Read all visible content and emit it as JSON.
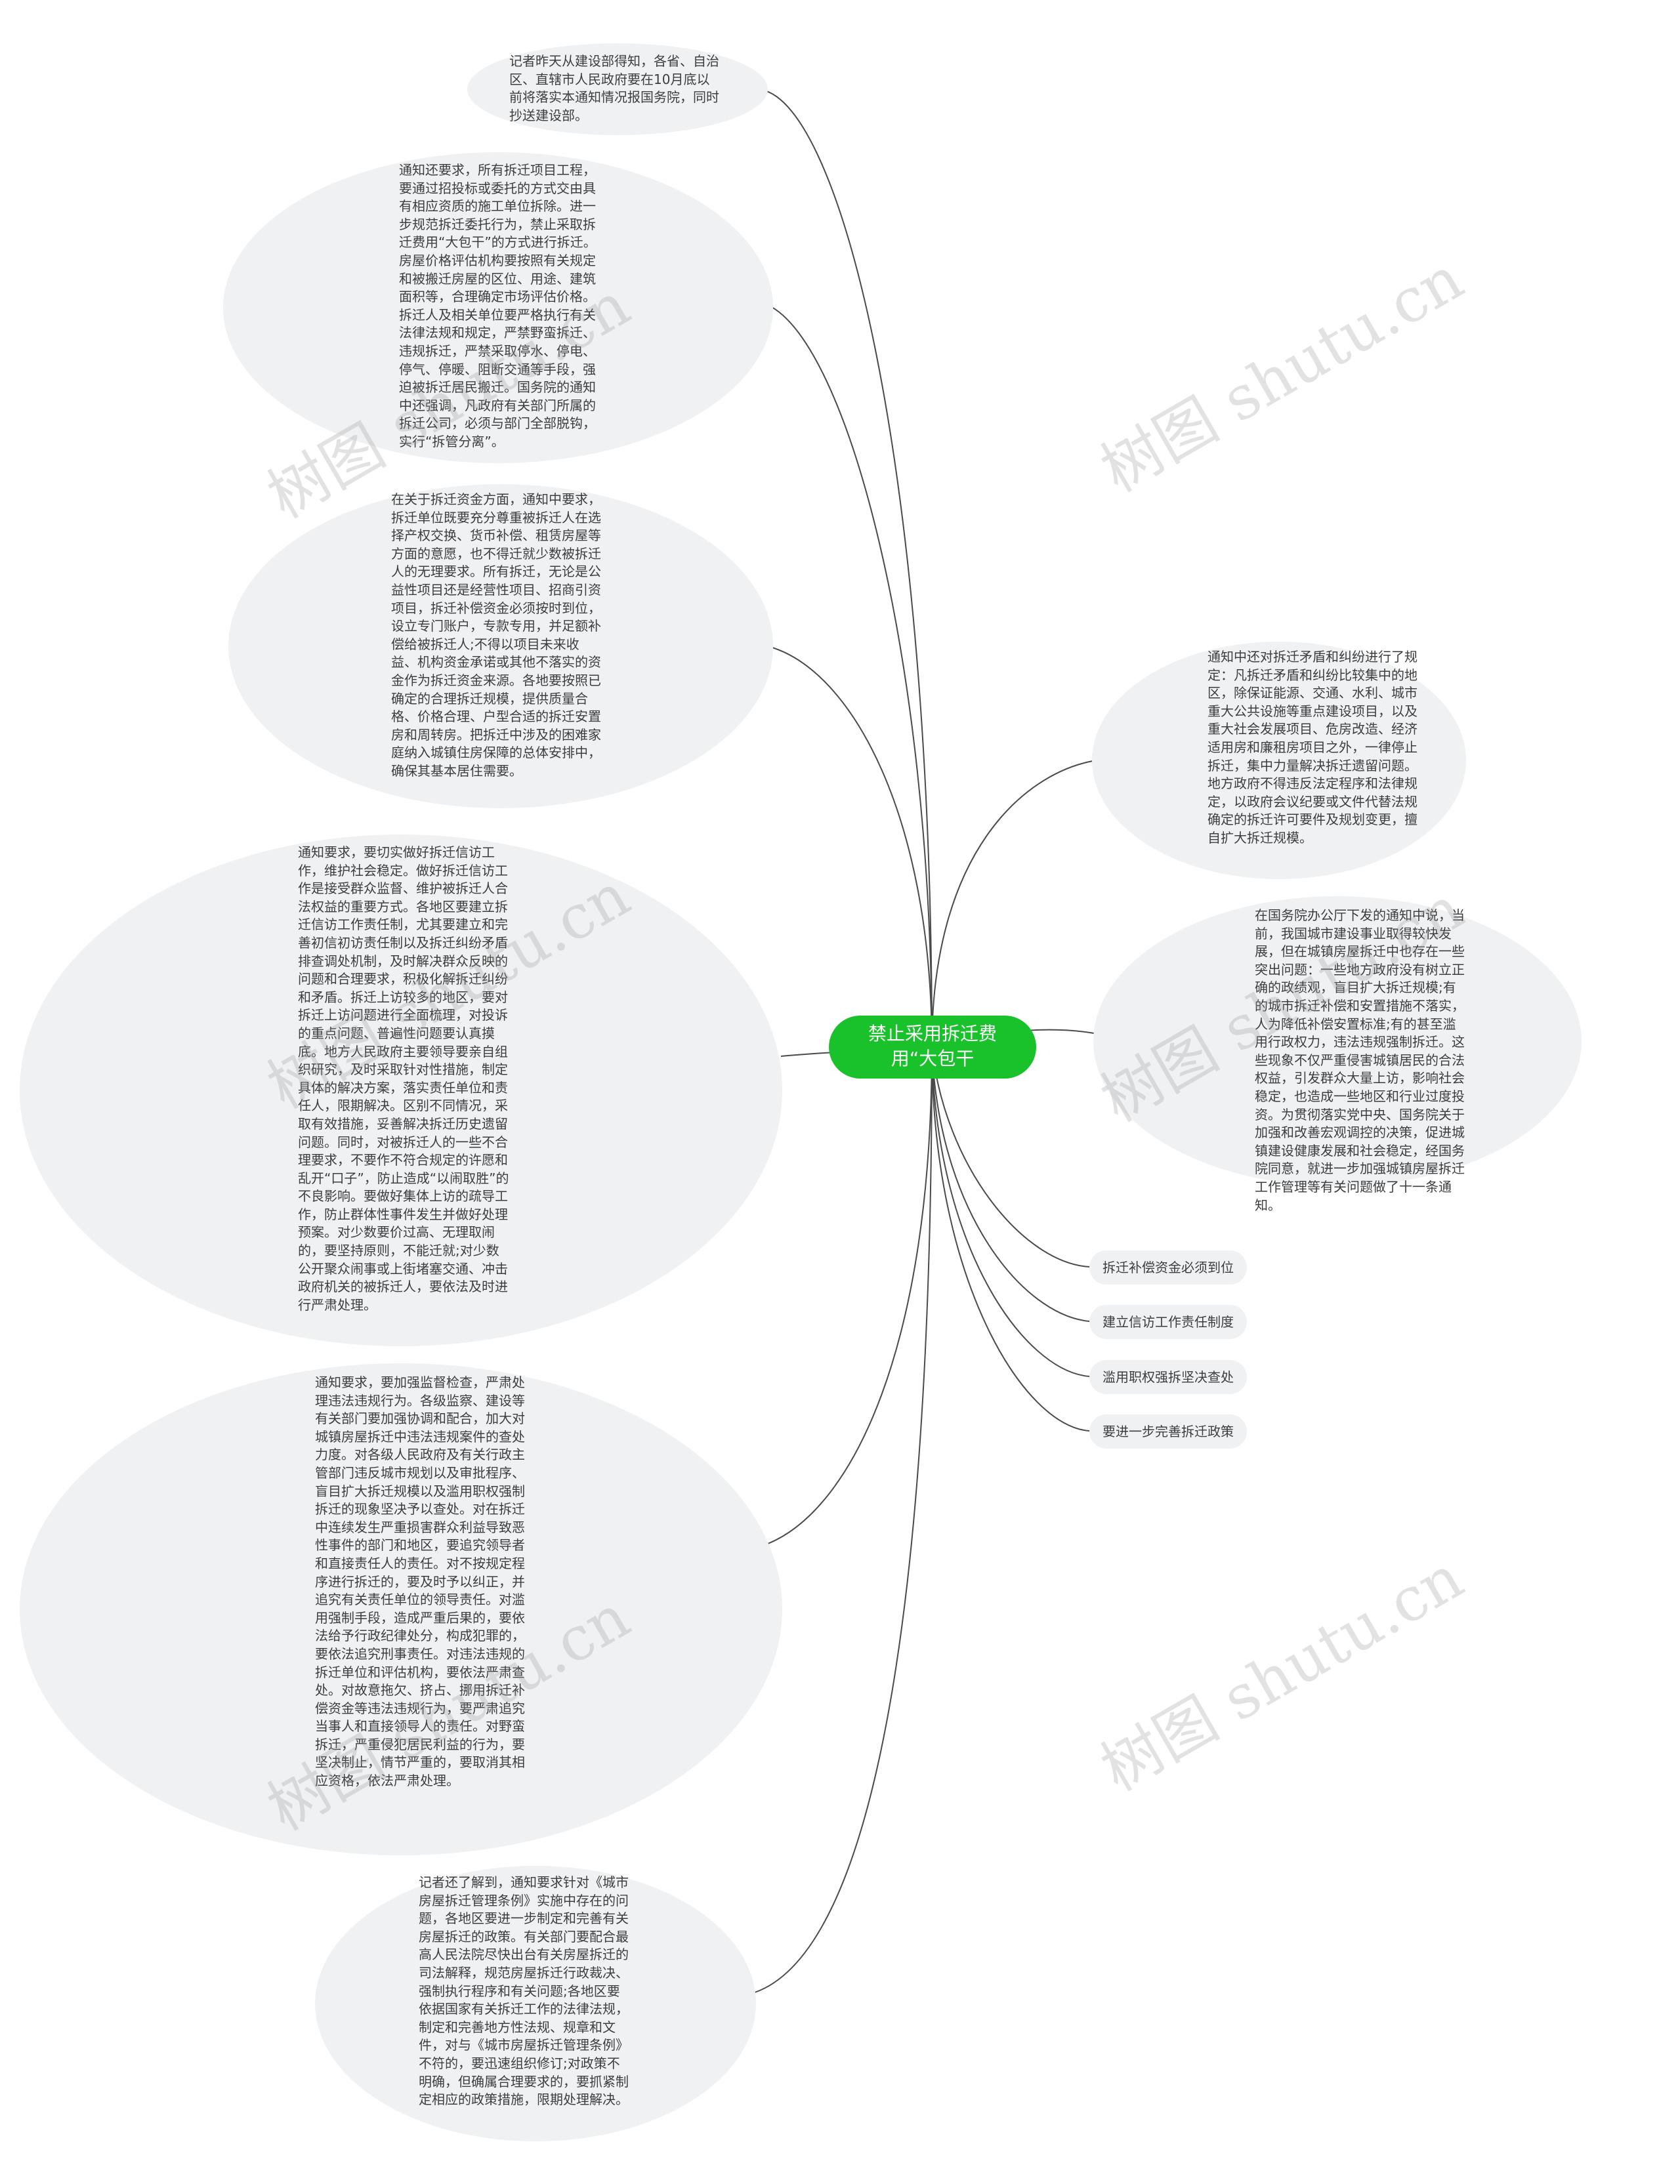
{
  "root": {
    "title": "禁止采用拆迁费用“大包干"
  },
  "left_nodes": [
    {
      "text": "记者昨天从建设部得知，各省、自治区、直辖市人民政府要在10月底以前将落实本通知情况报国务院，同时抄送建设部。"
    },
    {
      "text": "通知还要求，所有拆迁项目工程，要通过招投标或委托的方式交由具有相应资质的施工单位拆除。进一步规范拆迁委托行为，禁止采取拆迁费用“大包干”的方式进行拆迁。房屋价格评估机构要按照有关规定和被搬迁房屋的区位、用途、建筑面积等，合理确定市场评估价格。拆迁人及相关单位要严格执行有关法律法规和规定，严禁野蛮拆迁、违规拆迁，严禁采取停水、停电、停气、停暖、阻断交通等手段，强迫被拆迁居民搬迁。国务院的通知中还强调，凡政府有关部门所属的拆迁公司，必须与部门全部脱钩，实行“拆管分离”。"
    },
    {
      "text": "在关于拆迁资金方面，通知中要求，拆迁单位既要充分尊重被拆迁人在选择产权交换、货币补偿、租赁房屋等方面的意愿，也不得迁就少数被拆迁人的无理要求。所有拆迁，无论是公益性项目还是经营性项目、招商引资项目，拆迁补偿资金必须按时到位，设立专门账户，专款专用，并足额补偿给被拆迁人;不得以项目未来收益、机构资金承诺或其他不落实的资金作为拆迁资金来源。各地要按照已确定的合理拆迁规模，提供质量合格、价格合理、户型合适的拆迁安置房和周转房。把拆迁中涉及的困难家庭纳入城镇住房保障的总体安排中，确保其基本居住需要。"
    },
    {
      "text": "通知要求，要切实做好拆迁信访工作，维护社会稳定。做好拆迁信访工作是接受群众监督、维护被拆迁人合法权益的重要方式。各地区要建立拆迁信访工作责任制，尤其要建立和完善初信初访责任制以及拆迁纠纷矛盾排查调处机制，及时解决群众反映的问题和合理要求，积极化解拆迁纠纷和矛盾。拆迁上访较多的地区，要对拆迁上访问题进行全面梳理，对投诉的重点问题、普遍性问题要认真摸底。地方人民政府主要领导要亲自组织研究，及时采取针对性措施，制定具体的解决方案，落实责任单位和责任人，限期解决。区别不同情况，采取有效措施，妥善解决拆迁历史遗留问题。同时，对被拆迁人的一些不合理要求，不要作不符合规定的许愿和乱开“口子”，防止造成“以闹取胜”的不良影响。要做好集体上访的疏导工作，防止群体性事件发生并做好处理预案。对少数要价过高、无理取闹的，要坚持原则，不能迁就;对少数公开聚众闹事或上街堵塞交通、冲击政府机关的被拆迁人，要依法及时进行严肃处理。"
    },
    {
      "text": "通知要求，要加强监督检查，严肃处理违法违规行为。各级监察、建设等有关部门要加强协调和配合，加大对城镇房屋拆迁中违法违规案件的查处力度。对各级人民政府及有关行政主管部门违反城市规划以及审批程序、盲目扩大拆迁规模以及滥用职权强制拆迁的现象坚决予以查处。对在拆迁中连续发生严重损害群众利益导致恶性事件的部门和地区，要追究领导者和直接责任人的责任。对不按规定程序进行拆迁的，要及时予以纠正，并追究有关责任单位的领导责任。对滥用强制手段，造成严重后果的，要依法给予行政纪律处分，构成犯罪的，要依法追究刑事责任。对违法违规的拆迁单位和评估机构，要依法严肃查处。对故意拖欠、挤占、挪用拆迁补偿资金等违法违规行为，要严肃追究当事人和直接领导人的责任。对野蛮拆迁，严重侵犯居民利益的行为，要坚决制止，情节严重的，要取消其相应资格，依法严肃处理。"
    },
    {
      "text": "记者还了解到，通知要求针对《城市房屋拆迁管理条例》实施中存在的问题，各地区要进一步制定和完善有关房屋拆迁的政策。有关部门要配合最高人民法院尽快出台有关房屋拆迁的司法解释，规范房屋拆迁行政裁决、强制执行程序和有关问题;各地区要依据国家有关拆迁工作的法律法规，制定和完善地方性法规、规章和文件，对与《城市房屋拆迁管理条例》不符的，要迅速组织修订;对政策不明确，但确属合理要求的，要抓紧制定相应的政策措施，限期处理解决。"
    }
  ],
  "right_nodes": [
    {
      "text": "通知中还对拆迁矛盾和纠纷进行了规定：凡拆迁矛盾和纠纷比较集中的地区，除保证能源、交通、水利、城市重大公共设施等重点建设项目，以及重大社会发展项目、危房改造、经济适用房和廉租房项目之外，一律停止拆迁，集中力量解决拆迁遗留问题。地方政府不得违反法定程序和法律规定，以政府会议纪要或文件代替法规确定的拆迁许可要件及规划变更，擅自扩大拆迁规模。"
    },
    {
      "text": "在国务院办公厅下发的通知中说，当前，我国城市建设事业取得较快发展，但在城镇房屋拆迁中也存在一些突出问题：一些地方政府没有树立正确的政绩观，盲目扩大拆迁规模;有的城市拆迁补偿和安置措施不落实，人为降低补偿安置标准;有的甚至滥用行政权力，违法违规强制拆迁。这些现象不仅严重侵害城镇居民的合法权益，引发群众大量上访，影响社会稳定，也造成一些地区和行业过度投资。为贯彻落实党中央、国务院关于加强和改善宏观调控的决策，促进城镇建设健康发展和社会稳定，经国务院同意，就进一步加强城镇房屋拆迁工作管理等有关问题做了十一条通知。"
    }
  ],
  "right_leaves": [
    {
      "label": "拆迁补偿资金必须到位"
    },
    {
      "label": "建立信访工作责任制度"
    },
    {
      "label": "滥用职权强拆坚决查处"
    },
    {
      "label": "要进一步完善拆迁政策"
    }
  ],
  "watermark": {
    "text": "树图 shutu.cn"
  },
  "colors": {
    "root_fill": "#19c12a",
    "node_fill": "#eff1f3",
    "link_stroke": "#4a4a4a",
    "text": "#3d3d3d"
  }
}
